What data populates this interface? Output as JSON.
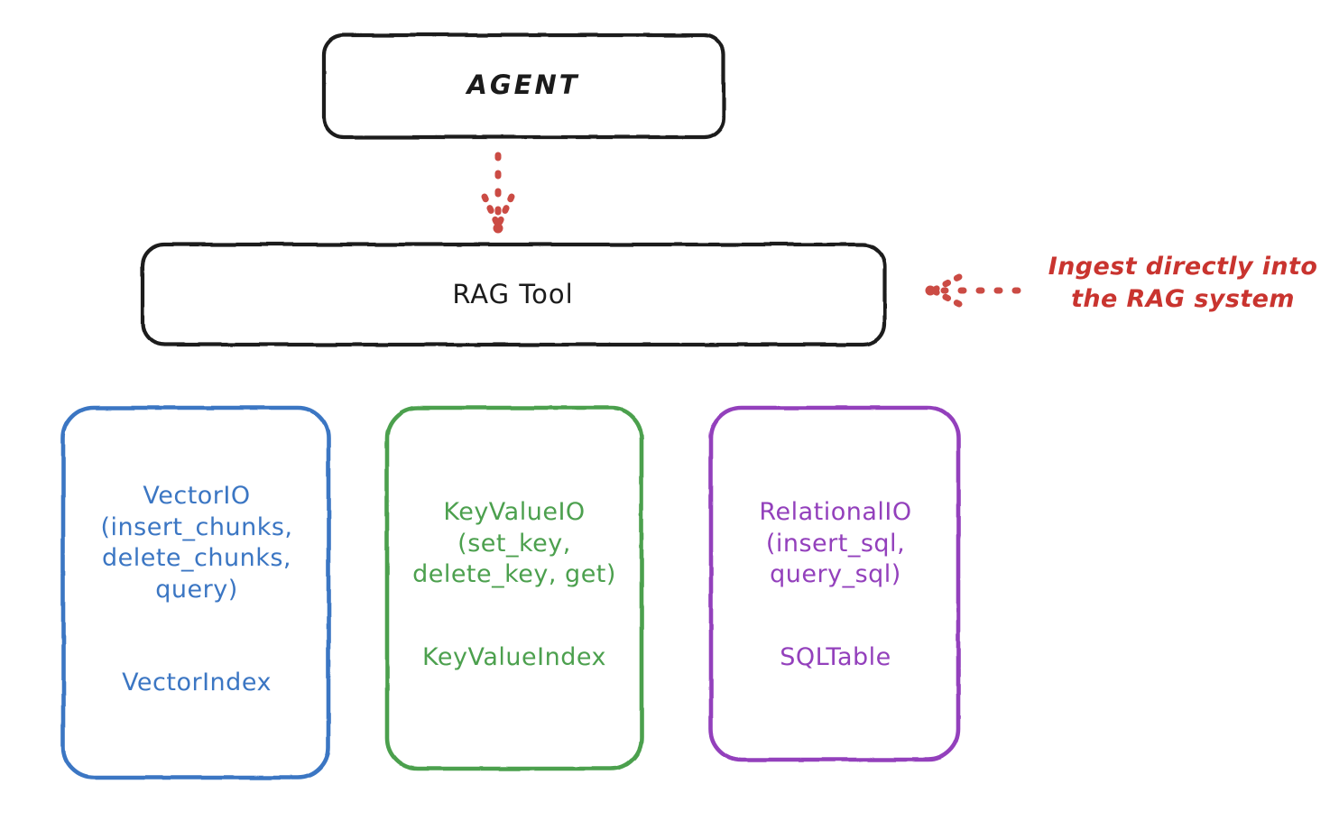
{
  "diagram": {
    "title_nodes": {
      "agent": {
        "label": "AGENT"
      },
      "rag_tool": {
        "label": "RAG Tool"
      }
    },
    "stores": [
      {
        "id": "vector",
        "api_label": "VectorIO\n(insert_chunks,\ndelete_chunks,\nquery)",
        "index_label": "VectorIndex",
        "color": "#3B76C3"
      },
      {
        "id": "keyvalue",
        "api_label": "KeyValueIO\n(set_key,\ndelete_key, get)",
        "index_label": "KeyValueIndex",
        "color": "#4CA04E"
      },
      {
        "id": "relational",
        "api_label": "RelationalIO\n(insert_sql,\nquery_sql)",
        "index_label": "SQLTable",
        "color": "#9340BC"
      }
    ],
    "annotations": [
      {
        "id": "ingest-note",
        "text": "Ingest directly into\nthe RAG system",
        "color": "#C9342F"
      }
    ],
    "connectors": [
      {
        "id": "agent-to-rag",
        "style": "dotted-arrow",
        "direction": "down",
        "color": "#CB4B44"
      },
      {
        "id": "note-to-rag",
        "style": "dotted-arrow",
        "direction": "left",
        "color": "#CB4B44"
      }
    ],
    "colors": {
      "stroke_black": "#1b1b1b",
      "background": "#ffffff",
      "accent_red": "#C9342F",
      "blue": "#3B76C3",
      "green": "#4CA04E",
      "purple": "#9340BC"
    }
  }
}
